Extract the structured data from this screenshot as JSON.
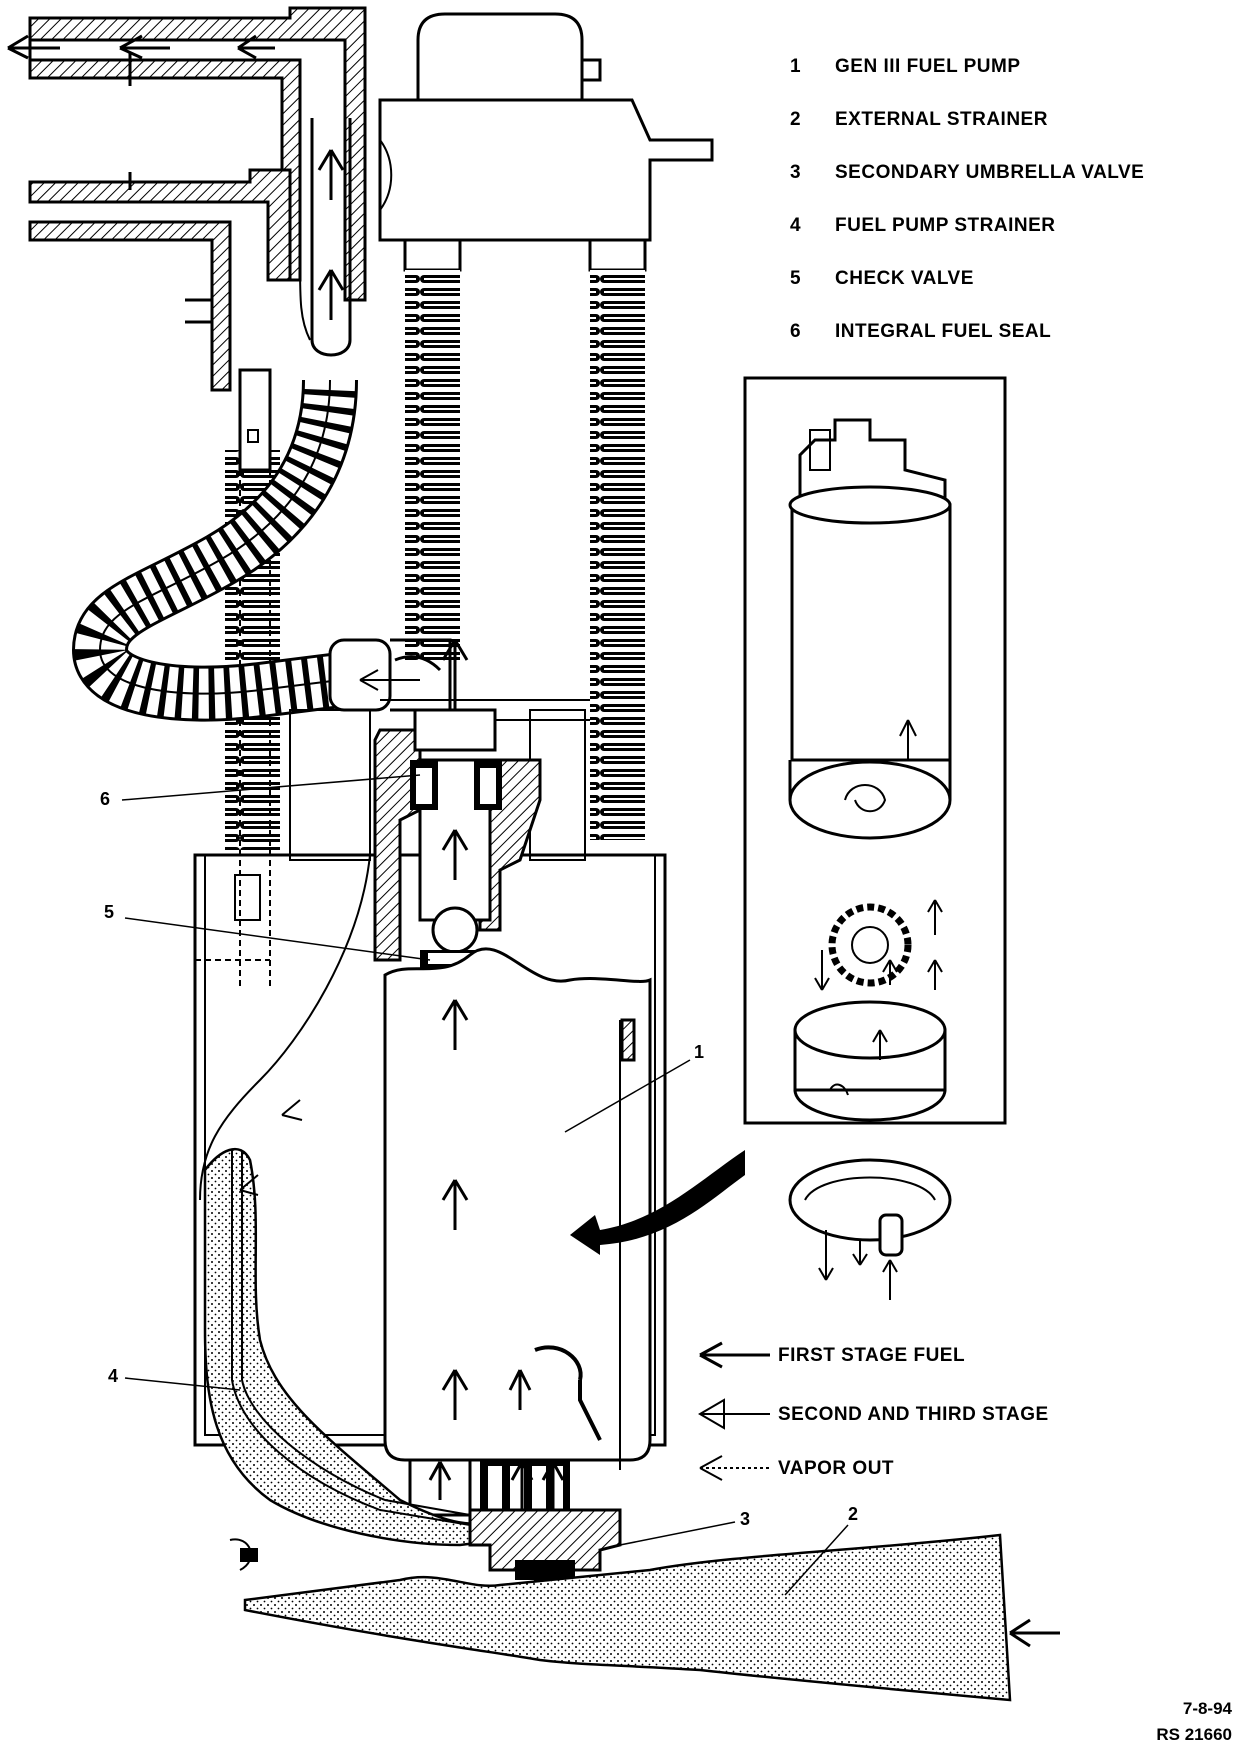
{
  "legend": {
    "items": [
      {
        "num": "1",
        "label": "GEN III FUEL PUMP"
      },
      {
        "num": "2",
        "label": "EXTERNAL STRAINER"
      },
      {
        "num": "3",
        "label": "SECONDARY UMBRELLA VALVE"
      },
      {
        "num": "4",
        "label": "FUEL PUMP STRAINER"
      },
      {
        "num": "5",
        "label": "CHECK VALVE"
      },
      {
        "num": "6",
        "label": "INTEGRAL FUEL SEAL"
      }
    ]
  },
  "flow_key": {
    "first_stage": "FIRST STAGE FUEL",
    "second_third_stage": "SECOND AND THIRD STAGE",
    "vapor_out": "VAPOR OUT"
  },
  "callouts": {
    "c1": "1",
    "c2": "2",
    "c3": "3",
    "c4": "4",
    "c5": "5",
    "c6": "6"
  },
  "footer": {
    "date": "7-8-94",
    "ref": "RS 21660"
  },
  "icons": [
    "fuel-pump-module-drawing",
    "exploded-pump-inset",
    "flow-arrow-icon"
  ]
}
